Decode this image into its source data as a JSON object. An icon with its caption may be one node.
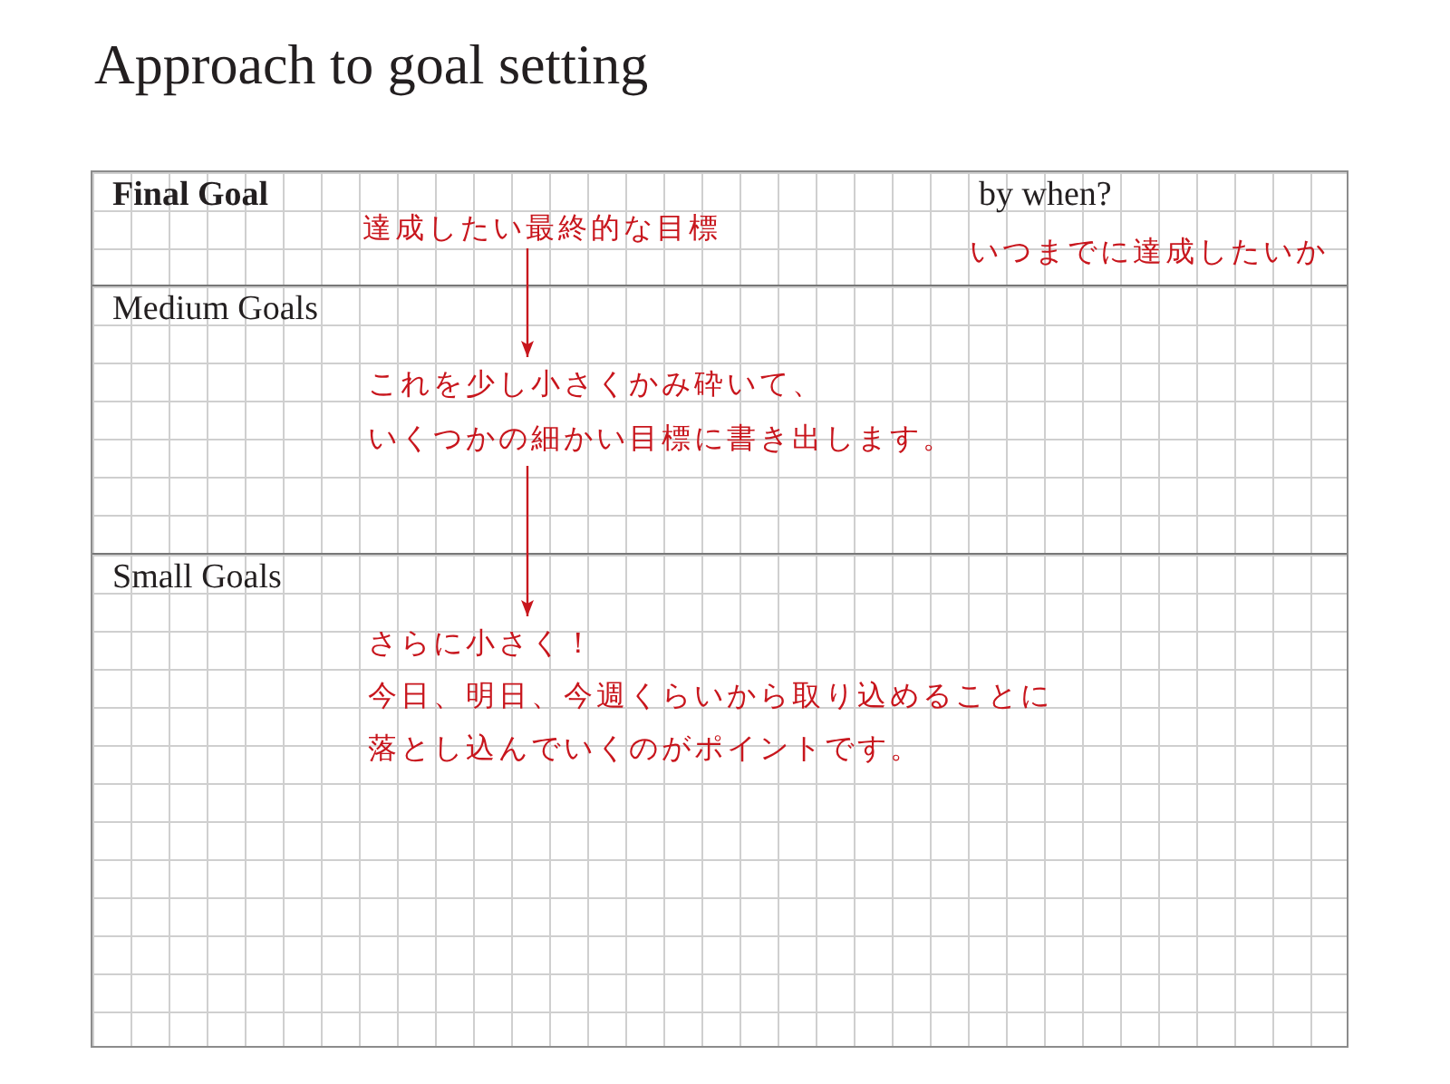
{
  "diagram": {
    "title": "Approach to goal setting",
    "nodes": [
      {
        "text": [
          "Final Goal"
        ]
      },
      {
        "text": [
          "達成したい最終的な目標"
        ],
        "in": 0
      },
      {
        "text": [
          "Medium Goals"
        ]
      },
      {
        "text": [
          "これを少し小さくかみ砕いて、いくつかの細かい目標に書き出します。"
        ],
        "in": 2
      },
      {
        "text": [
          "Small Goals"
        ]
      },
      {
        "text": [
          "さらに小さく！",
          "今日、明日、今週くらいから取り込めることに落とし込んでいくのがポイントです。"
        ],
        "in": 4
      }
    ],
    "edges": [
      {
        "from": 1,
        "to": 3,
        "arrow": "to"
      },
      {
        "from": 3,
        "to": 5,
        "arrow": "to"
      }
    ],
    "labels": [
      "by when?",
      "いつまでに達成したいか"
    ]
  }
}
